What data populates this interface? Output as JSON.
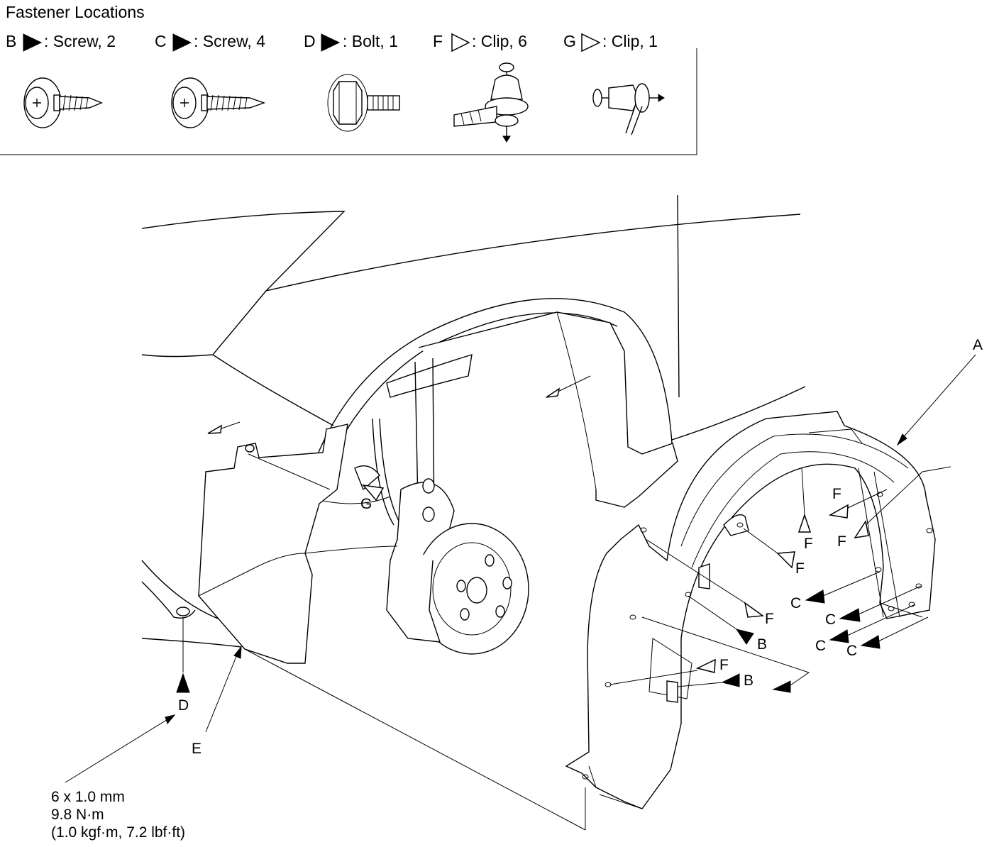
{
  "header": {
    "title": "Fastener Locations",
    "legend": [
      {
        "key": "B",
        "marker": "solid",
        "text": ": Screw, 2"
      },
      {
        "key": "C",
        "marker": "solid",
        "text": ": Screw, 4"
      },
      {
        "key": "D",
        "marker": "solid",
        "text": ": Bolt, 1"
      },
      {
        "key": "F",
        "marker": "open",
        "text": ": Clip, 6"
      },
      {
        "key": "G",
        "marker": "open",
        "text": ": Clip, 1"
      }
    ]
  },
  "callouts": {
    "A": "A",
    "B": "B",
    "C": "C",
    "D": "D",
    "E": "E",
    "F": "F",
    "G": "G"
  },
  "spec": {
    "line1": "6 x 1.0 mm",
    "line2": "9.8 N·m",
    "line3": "(1.0 kgf·m, 7.2 lbf·ft)"
  }
}
